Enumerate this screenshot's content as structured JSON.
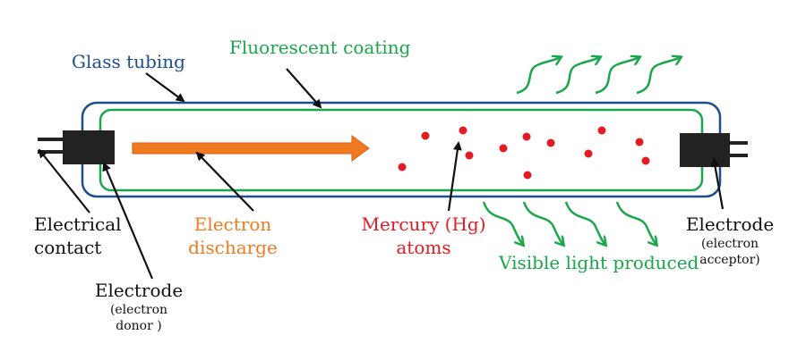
{
  "labels": {
    "glass_tubing": "Glass tubing",
    "fluorescent_coating": "Fluorescent coating",
    "electrical_contact_line1": "Electrical",
    "electrical_contact_line2": "contact",
    "electron_discharge_line1": "Electron",
    "electron_discharge_line2": "discharge",
    "mercury_line1": "Mercury (Hg)",
    "mercury_line2": "atoms",
    "visible_light": "Visible light produced",
    "electrode_left": "Electrode",
    "electrode_left_sub1": "(electron",
    "electrode_left_sub2": "donor )",
    "electrode_right": "Electrode",
    "electrode_right_sub1": "(electron",
    "electrode_right_sub2": "acceptor)"
  },
  "colors": {
    "glass": "#1f4e8c",
    "coating": "#1aa64a",
    "discharge": "#f07a20",
    "mercury": "#e31b23",
    "light": "#1aa64a",
    "electrode": "#222222",
    "text": "#111111"
  }
}
